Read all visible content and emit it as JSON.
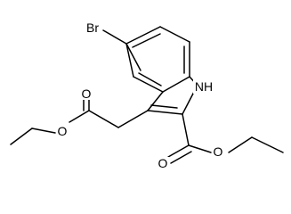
{
  "molecule": {
    "atoms": {
      "br": "Br",
      "nh": "NH",
      "o_ester_a_carbonyl": "O",
      "o_ester_a_ether": "O",
      "o_ester_b_carbonyl": "O",
      "o_ester_b_ether": "O"
    }
  },
  "colors": {
    "bond": "#000000",
    "background": "#ffffff",
    "label": "#000000"
  }
}
